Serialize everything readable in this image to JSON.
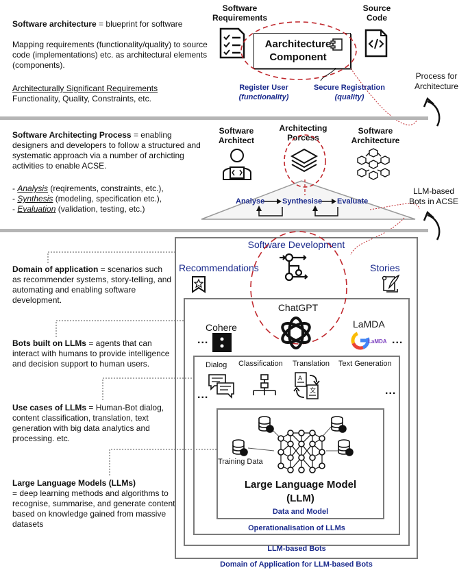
{
  "top": {
    "heading": "Software architecture",
    "heading_rest": " = blueprint for software",
    "mapping": "Mapping requirements (functionality/quality) to source code (implementations) etc. as architectural elements (components).",
    "asr_heading": "Architecturally Significant Requirements",
    "asr_body": "Functionality, Quality, Constraints, etc.",
    "req_label_1": "Software",
    "req_label_2": "Requirements",
    "src_label_1": "Source",
    "src_label_2": "Code",
    "component_1": "Aarchitecture",
    "component_2": "Component",
    "register_1": "Register User",
    "register_2": "(functionality)",
    "secure_1": "Secure Registration",
    "secure_2": "(quality)",
    "process_for_1": "Process for",
    "process_for_2": "Architecture"
  },
  "middle": {
    "heading": "Software Architecting Process",
    "heading_rest": " = enabling designers and developers  to follow a structured and systematic approach via a number of archicting activities to enable ACSE.",
    "analysis_word": "Analysis",
    "analysis_rest": " (reqirements, constraints, etc.),",
    "synthesis_word": "Synthesis",
    "synthesis_rest": " (modeling, specification etc.),",
    "evaluation_word": "Evaluation",
    "evaluation_rest": " (validation, testing, etc.)",
    "architect_1": "Software",
    "architect_2": "Architect",
    "process_1": "Architecting",
    "process_2": "Porcess",
    "arch_1": "Software",
    "arch_2": "Architecture",
    "analyse": "Analyse",
    "synthesise": "Synthesise",
    "evaluate": "Evaluate",
    "llm_bots_1": "LLM-based",
    "llm_bots_2": "Bots in ACSE"
  },
  "bottom": {
    "domain_heading": "Domain of application",
    "domain_rest": " = scenarios such as recommender systems, story-telling, and automating and enabling software development.",
    "bots_heading": "Bots built on LLMs",
    "bots_rest": " = agents that can interact with humans to provide intelligence and decision support to human users.",
    "usecases_heading": "Use cases of LLMs",
    "usecases_rest": " = Human-Bot dialog, content classification, translation, text generation with big data analytics and processing. etc.",
    "llm_heading": "Large Language Models (LLMs)",
    "llm_rest": "= deep learning methods and algorithms to recognise, summarise, and generate content based on knowledge gained from massive datasets",
    "software_dev": "Software Development",
    "recommendations": "Recommendations",
    "stories": "Stories",
    "chatgpt": "ChatGPT",
    "cohere": "Cohere",
    "lamda": "LaMDA",
    "dialog": "Dialog",
    "classification": "Classification",
    "translation": "Translation",
    "text_generation": "Text Generation",
    "training_data": "Training Data",
    "llm_title_1": "Large Language Model",
    "llm_title_2": "(LLM)",
    "data_model": "Data and Model",
    "operationalisation": "Operationalisation of LLMs",
    "llm_based_bots": "LLM-based Bots",
    "domain_caption": "Domain of Application for LLM-based Bots",
    "ellipsis": "..."
  },
  "colors": {
    "accent_blue": "#1a2a8c",
    "dashed_red": "#c0282d",
    "separator": "#b5b5b5"
  }
}
